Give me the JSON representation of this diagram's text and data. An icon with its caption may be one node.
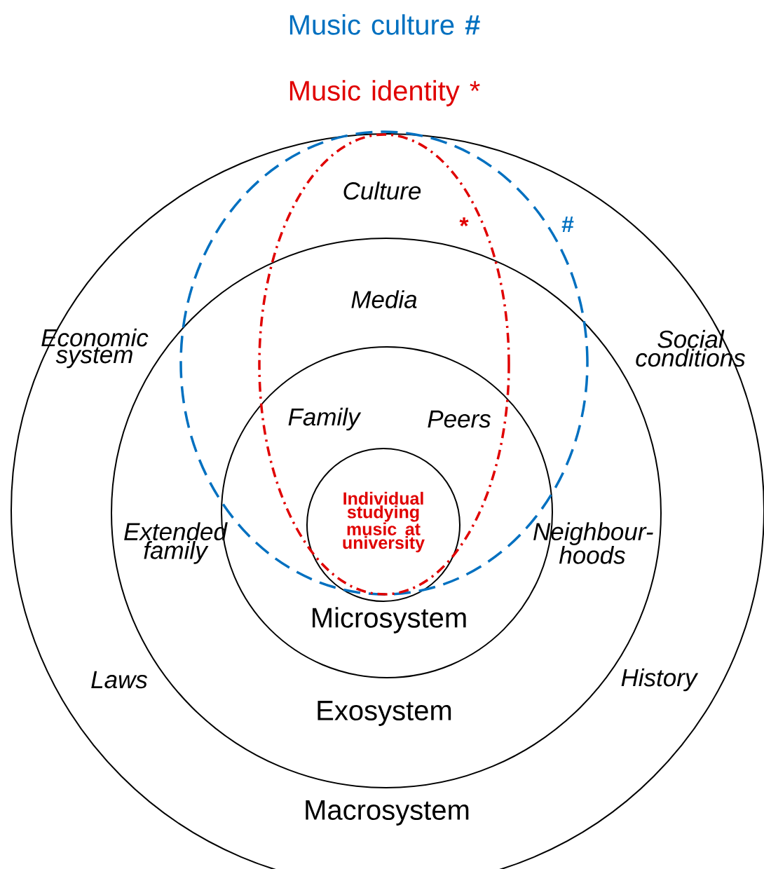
{
  "diagram": {
    "nodes": [
      {
        "text": [
          "Macrosystem"
        ]
      },
      {
        "text": [
          "Exosystem"
        ],
        "in": 0
      },
      {
        "text": [
          "Microsystem"
        ],
        "in": 1
      },
      {
        "text": [
          "Individual studying music at university"
        ]
      },
      {
        "text": [
          "Music culture **#**"
        ],
        "in": 0
      },
      {
        "text": [
          "Music identity *"
        ],
        "in": 4
      }
    ],
    "labels": [
      "#",
      "Culture",
      "*",
      "Media",
      "Economic system",
      "Social conditions",
      "Family",
      "Peers",
      "Extended family",
      "Neighbour-hoods",
      "Laws",
      "History"
    ]
  }
}
